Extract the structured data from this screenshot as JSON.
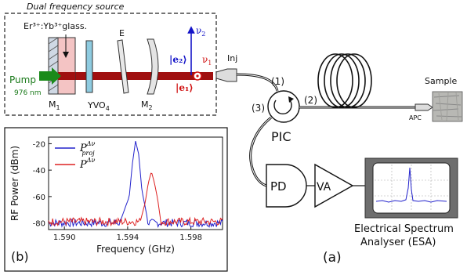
{
  "source": {
    "title": "Dual frequency source",
    "gain_medium": "Er³⁺:Yb³⁺glass.",
    "etalon": "E",
    "polarizer": "YVO",
    "polarizer_sub": "4",
    "mirror1": "M",
    "mirror1_sub": "1",
    "mirror2": "M",
    "mirror2_sub": "2",
    "pump": "Pump",
    "pump_wavelength": "976 nm",
    "nu1": "ν",
    "nu1_sub": "1",
    "nu2": "ν",
    "nu2_sub": "2",
    "e1": "|e₁⟩",
    "e2": "|e₂⟩"
  },
  "setup": {
    "inj": "Inj",
    "port1": "(1)",
    "port2": "(2)",
    "port3": "(3)",
    "circulator": "PIC",
    "sample": "Sample",
    "apc": "APC",
    "pd": "PD",
    "va": "VA",
    "esa_line1": "Electrical Spectrum",
    "esa_line2": "Analyser (ESA)",
    "panel_a": "(a)"
  },
  "inset": {
    "panel_b": "(b)",
    "legend_proj": "P",
    "legend_proj_sup": "Δν",
    "legend_proj_sub": "proj",
    "legend_p": "P",
    "legend_p_sup": "Δν"
  },
  "colors": {
    "beam": "#a01010",
    "pump": "#1a8a1a",
    "nu2": "#1414c8",
    "nu1": "#d01010",
    "blue_trace": "#2222cc",
    "red_trace": "#dd2222"
  },
  "chart_data": {
    "type": "line",
    "title": "",
    "xlabel": "Frequency (GHz)",
    "ylabel": "RF Power (dBm)",
    "xlim": [
      1.589,
      1.6
    ],
    "ylim": [
      -85,
      -15
    ],
    "xticks": [
      "1.590",
      "1.594",
      "1.598"
    ],
    "xtick_values": [
      1.59,
      1.594,
      1.598
    ],
    "yticks": [
      "-20",
      "-40",
      "-60",
      "-80"
    ],
    "ytick_values": [
      -20,
      -40,
      -60,
      -80
    ],
    "grid": false,
    "legend": "top-center",
    "series": [
      {
        "name": "proj",
        "color": "blue",
        "x": [
          1.589,
          1.5935,
          1.5941,
          1.5943,
          1.5945,
          1.5947,
          1.5949,
          1.5953,
          1.6
        ],
        "y": [
          -80,
          -80,
          -60,
          -35,
          -18,
          -28,
          -55,
          -80,
          -80
        ]
      },
      {
        "name": "P",
        "color": "red",
        "x": [
          1.589,
          1.5948,
          1.5951,
          1.5953,
          1.5955,
          1.5957,
          1.5959,
          1.5961,
          1.6
        ],
        "y": [
          -79,
          -79,
          -65,
          -50,
          -41,
          -50,
          -62,
          -79,
          -79
        ]
      }
    ],
    "noise_floor_dbm": -80
  }
}
